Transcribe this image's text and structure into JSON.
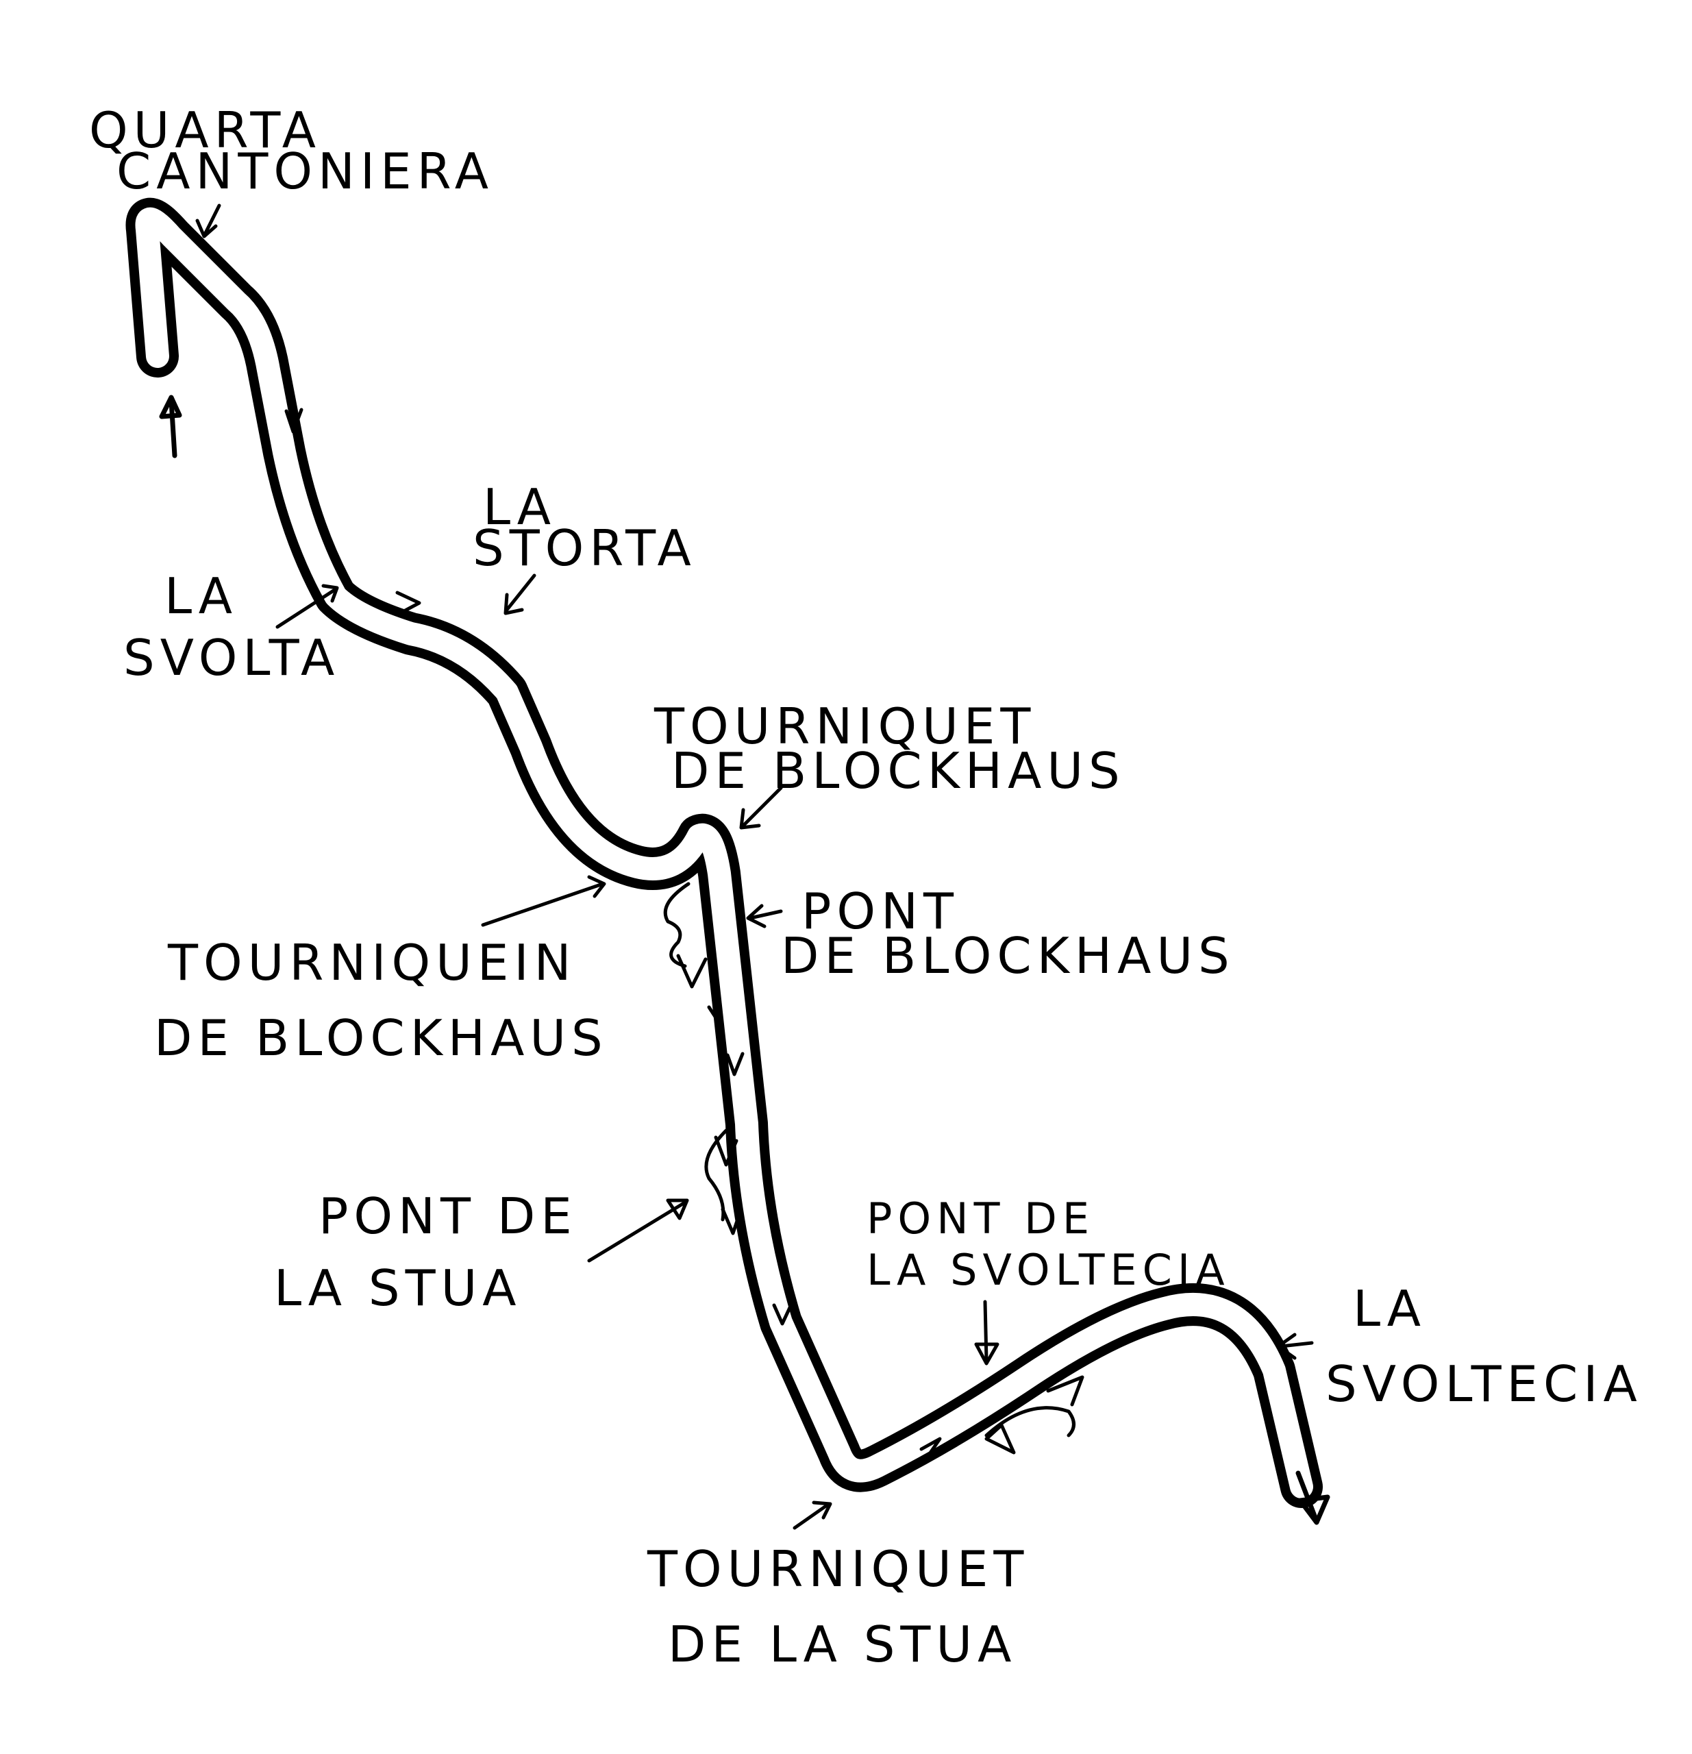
{
  "map": {
    "labels": {
      "quarta_1": "QUARTA",
      "quarta_2": "CANTONIERA",
      "la_storta_1": "LA",
      "la_storta_2": "STORTA",
      "la_svolta_1": "LA",
      "la_svolta_2": "SVOLTA",
      "tourniquet_blockhaus_1": "TOURNIQUET",
      "tourniquet_blockhaus_2": "DE BLOCKHAUS",
      "pont_blockhaus_1": "PONT",
      "pont_blockhaus_2": "DE BLOCKHAUS",
      "tourniquein_1": "TOURNIQUEIN",
      "tourniquein_2": "DE BLOCKHAUS",
      "pont_stua_1": "PONT DE",
      "pont_stua_2": "LA STUA",
      "pont_svoltecia_1": "PONT DE",
      "pont_svoltecia_2": "LA SVOLTECIA",
      "la_svoltecia_1": "LA",
      "la_svoltecia_2": "SVOLTECIA",
      "tourniquet_stua_1": "TOURNIQUET",
      "tourniquet_stua_2": "DE LA STUA"
    }
  }
}
